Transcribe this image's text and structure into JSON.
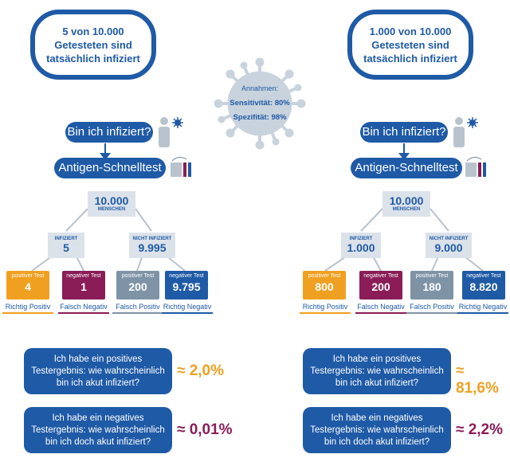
{
  "left": {
    "scenario": "5 von 10.000\nGetesteten sind\ntatsächlich infiziert",
    "question": "Bin ich infiziert?",
    "test": "Antigen-Schnelltest",
    "root_value": "10.000",
    "root_label": "MENSCHEN",
    "infected_label": "INFIZIERT",
    "infected_value": "5",
    "not_infected_label": "NICHT INFIZIERT",
    "not_infected_value": "9.995",
    "leaves": [
      {
        "label": "positiver Test",
        "value": "4",
        "caption": "Richtig Positiv"
      },
      {
        "label": "negativer Test",
        "value": "1",
        "caption": "Falsch Negativ"
      },
      {
        "label": "positiver Test",
        "value": "200",
        "caption": "Falsch Positiv"
      },
      {
        "label": "negativer Test",
        "value": "9.795",
        "caption": "Richtig Negativ"
      }
    ],
    "q_positive": "Ich habe ein positives\nTestergebnis: wie wahrscheinlich\nbin ich akut infiziert?",
    "r_positive": "≈ 2,0%",
    "q_negative": "Ich habe ein negatives\nTestergebnis: wie wahrscheinlich\nbin ich doch akut infiziert?",
    "r_negative": "≈ 0,01%"
  },
  "right": {
    "scenario": "1.000 von 10.000\nGetesteten sind\ntatsächlich infiziert",
    "question": "Bin ich infiziert?",
    "test": "Antigen-Schnelltest",
    "root_value": "10.000",
    "root_label": "MENSCHEN",
    "infected_label": "INFIZIERT",
    "infected_value": "1.000",
    "not_infected_label": "NICHT INFIZIERT",
    "not_infected_value": "9.000",
    "leaves": [
      {
        "label": "positiver Test",
        "value": "800",
        "caption": "Richtig Positiv"
      },
      {
        "label": "negativer Test",
        "value": "200",
        "caption": "Falsch Negativ"
      },
      {
        "label": "positiver Test",
        "value": "180",
        "caption": "Falsch Positiv"
      },
      {
        "label": "negativer Test",
        "value": "8.820",
        "caption": "Richtig Negativ"
      }
    ],
    "q_positive": "Ich habe ein positives\nTestergebnis: wie wahrscheinlich\nbin ich akut infiziert?",
    "r_positive": "≈ 81,6%",
    "q_negative": "Ich habe ein negatives\nTestergebnis: wie wahrscheinlich\nbin ich doch akut infiziert?",
    "r_negative": "≈ 2,2%"
  },
  "assumptions": {
    "title": "Annahmen:",
    "sensitivity": "Sensitivität: 80%",
    "specificity": "Spezifität: 98%"
  },
  "colors": {
    "blue": "#1f5aa6",
    "orange": "#f0a020",
    "purple": "#8a1d57",
    "grey": "#7f93a7",
    "node": "#dce2ea",
    "virus": "#c9d3dd"
  },
  "icons": [
    "person-icon",
    "virus-sun-icon",
    "test-kit-icon",
    "virus-icon"
  ]
}
